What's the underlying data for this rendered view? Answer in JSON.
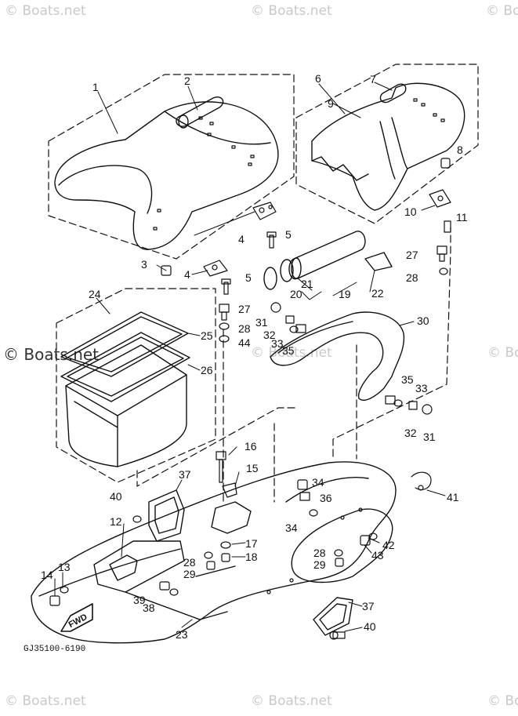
{
  "watermarks": {
    "tl": "© Boats.net",
    "tc": "© Boats.net",
    "tr": "© Boats.net",
    "ml": "© Boats.net",
    "mc": "© Boats.net",
    "mr": "© Boats.net",
    "bl": "© Boats.net",
    "bc": "© Boats.net",
    "br": "© Boats.net"
  },
  "part_numbers": {
    "p1": "1",
    "p2": "2",
    "p3": "3",
    "p4a": "4",
    "p4b": "4",
    "p5a": "5",
    "p5b": "5",
    "p6": "6",
    "p7": "7",
    "p8": "8",
    "p9": "9",
    "p10": "10",
    "p11": "11",
    "p12": "12",
    "p13": "13",
    "p14": "14",
    "p15": "15",
    "p16": "16",
    "p17": "17",
    "p18": "18",
    "p19": "19",
    "p20": "20",
    "p21": "21",
    "p22": "22",
    "p23": "23",
    "p24": "24",
    "p25": "25",
    "p26": "26",
    "p27a": "27",
    "p27b": "27",
    "p28a": "28",
    "p28b": "28",
    "p28c": "28",
    "p28d": "28",
    "p29a": "29",
    "p29b": "29",
    "p30": "30",
    "p31a": "31",
    "p31b": "31",
    "p32a": "32",
    "p32b": "32",
    "p33a": "33",
    "p33b": "33",
    "p34a": "34",
    "p34b": "34",
    "p35a": "35",
    "p35b": "35",
    "p36": "36",
    "p37a": "37",
    "p37b": "37",
    "p38": "38",
    "p39": "39",
    "p40a": "40",
    "p40b": "40",
    "p41": "41",
    "p42": "42",
    "p43": "43",
    "p44": "44"
  },
  "fwd_label": "FWD",
  "drawing_ref": "GJ35100-6190"
}
